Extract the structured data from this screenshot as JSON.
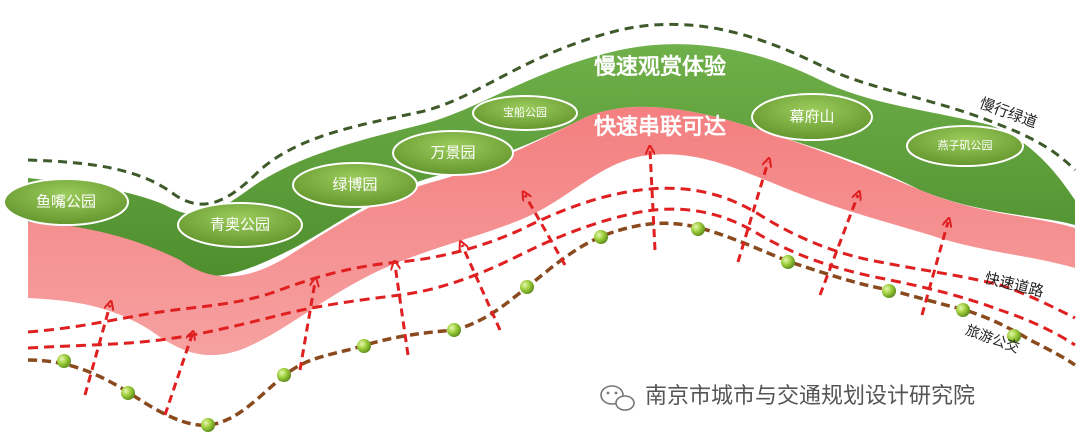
{
  "bands": {
    "slow_title": "慢速观赏体验",
    "fast_title": "快速串联可达"
  },
  "route_labels": {
    "greenway": "慢行绿道",
    "expressway": "快速道路",
    "tour_bus": "旅游公交"
  },
  "parks": [
    {
      "label": "鱼嘴公园"
    },
    {
      "label": "青奥公园"
    },
    {
      "label": "绿博园"
    },
    {
      "label": "万景园"
    },
    {
      "label": "宝船公园"
    },
    {
      "label": "幕府山"
    },
    {
      "label": "燕子矶公园"
    }
  ],
  "watermark": {
    "text": "南京市城市与交通规划设计研究院",
    "icon": "wechat-icon"
  },
  "colors": {
    "green_band": "#5c9e3c",
    "pink_band": "#f38a8a",
    "greenway_line": "#3f5a2a",
    "expressway_line": "#e02020",
    "bus_line": "#8a4a1e",
    "bus_stop": "#8cc63f",
    "park_fill": "#74a83a"
  }
}
